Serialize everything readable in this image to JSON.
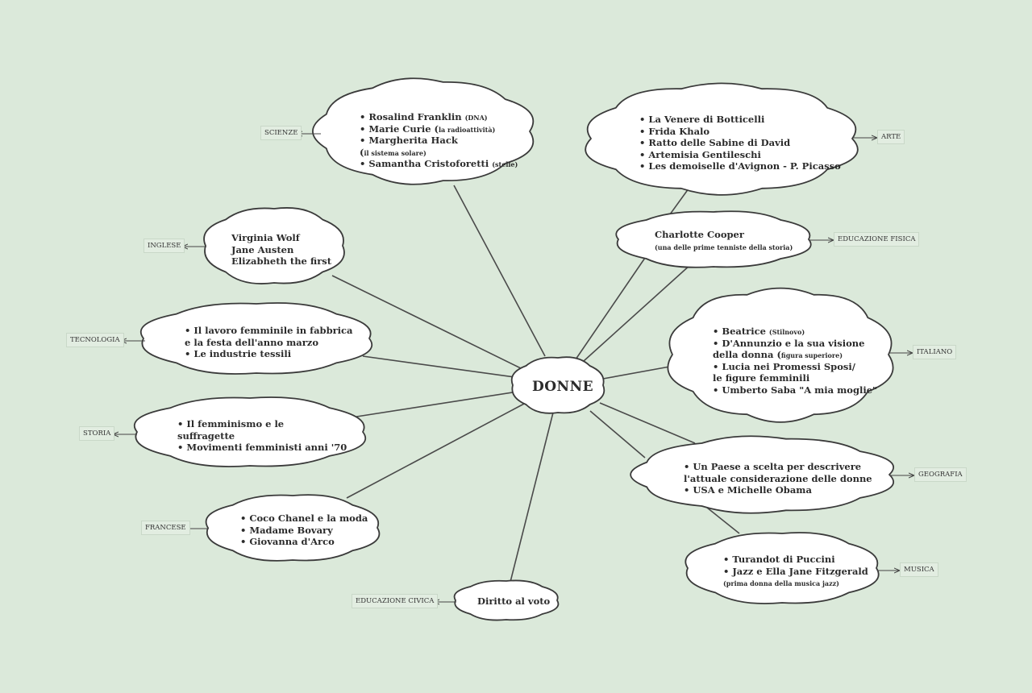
{
  "center": {
    "label": "DONNE"
  },
  "nodes": [
    {
      "id": "scienze",
      "subject": "SCIENZE",
      "lines": [
        [
          "• Rosalind Franklin ",
          "(DNA)"
        ],
        [
          "• Marie Curie (",
          "la radioattività)"
        ],
        [
          "• Margherita Hack",
          ""
        ],
        [
          "(",
          "il sistema solare)"
        ],
        [
          "• Samantha Cristoforetti ",
          "(stelle)"
        ]
      ]
    },
    {
      "id": "arte",
      "subject": "ARTE",
      "lines": [
        [
          "• La Venere di Botticelli",
          ""
        ],
        [
          "• Frida Khalo",
          ""
        ],
        [
          "• Ratto delle Sabine di David",
          ""
        ],
        [
          "• Artemisia Gentileschi",
          ""
        ],
        [
          "• Les demoiselle d'Avignon - P. Picasso",
          ""
        ]
      ]
    },
    {
      "id": "educazione-fisica",
      "subject": "EDUCAZIONE FISICA",
      "lines": [
        [
          "Charlotte Cooper",
          ""
        ],
        [
          "",
          "(una delle prime tenniste della storia)"
        ]
      ]
    },
    {
      "id": "inglese",
      "subject": "INGLESE",
      "lines": [
        [
          "Virginia Wolf",
          ""
        ],
        [
          "Jane Austen",
          ""
        ],
        [
          "Elizabheth the first",
          ""
        ]
      ]
    },
    {
      "id": "tecnologia",
      "subject": "TECNOLOGIA",
      "lines": [
        [
          "• Il lavoro femminile in fabbrica",
          ""
        ],
        [
          "e la festa dell'anno marzo",
          ""
        ],
        [
          "• Le industrie tessili",
          ""
        ]
      ]
    },
    {
      "id": "italiano",
      "subject": "ITALIANO",
      "lines": [
        [
          "• Beatrice ",
          "(Stilnovo)"
        ],
        [
          "• D'Annunzio e la sua visione",
          ""
        ],
        [
          "della donna (",
          "figura superiore)"
        ],
        [
          "• Lucia nei Promessi Sposi/",
          ""
        ],
        [
          "le figure femminili",
          ""
        ],
        [
          "• Umberto Saba  \"A mia moglie\"",
          ""
        ]
      ]
    },
    {
      "id": "storia",
      "subject": "STORIA",
      "lines": [
        [
          "• Il femminismo e le",
          ""
        ],
        [
          "suffragette",
          ""
        ],
        [
          "• Movimenti femministi anni '70",
          ""
        ]
      ]
    },
    {
      "id": "geografia",
      "subject": "GEOGRAFIA",
      "lines": [
        [
          "• Un Paese a scelta per descrivere",
          ""
        ],
        [
          "l'attuale considerazione delle donne",
          ""
        ],
        [
          "• USA e Michelle Obama",
          ""
        ]
      ]
    },
    {
      "id": "francese",
      "subject": "FRANCESE",
      "lines": [
        [
          "• Coco Chanel e la moda",
          ""
        ],
        [
          "• Madame Bovary",
          ""
        ],
        [
          "• Giovanna d'Arco",
          ""
        ]
      ]
    },
    {
      "id": "musica",
      "subject": "MUSICA",
      "lines": [
        [
          "• Turandot di Puccini",
          ""
        ],
        [
          "• Jazz e Ella Jane Fitzgerald",
          ""
        ],
        [
          "",
          "(prima donna della musica jazz)"
        ]
      ]
    },
    {
      "id": "educazione-civica",
      "subject": "EDUCAZIONE CIVICA",
      "lines": [
        [
          "Diritto al voto",
          ""
        ]
      ]
    }
  ]
}
